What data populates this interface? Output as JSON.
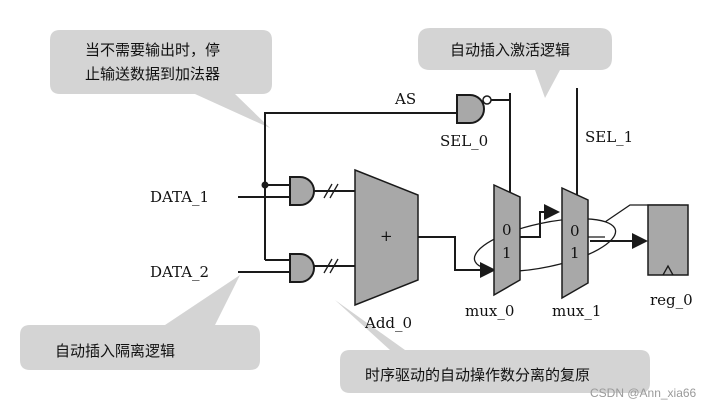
{
  "callouts": {
    "stop_adder_line1": "当不需要输出时，停",
    "stop_adder_line2": "止输送数据到加法器",
    "auto_activation": "自动插入激活逻辑",
    "auto_isolation": "自动插入隔离逻辑",
    "timing_restore": "时序驱动的自动操作数分离的复原"
  },
  "signals": {
    "as": "AS",
    "sel0": "SEL_0",
    "sel1": "SEL_1",
    "data1": "DATA_1",
    "data2": "DATA_2"
  },
  "blocks": {
    "adder_symbol": "+",
    "adder_name": "Add_0",
    "mux0_in0": "0",
    "mux0_in1": "1",
    "mux0_name": "mux_0",
    "mux1_in0": "0",
    "mux1_in1": "1",
    "mux1_name": "mux_1",
    "reg_name": "reg_0"
  },
  "watermark": "CSDN @Ann_xia66",
  "colors": {
    "callout_fill": "#d4d4d4",
    "block_fill": "#a8a8a8",
    "wire": "#1a1a1a"
  }
}
